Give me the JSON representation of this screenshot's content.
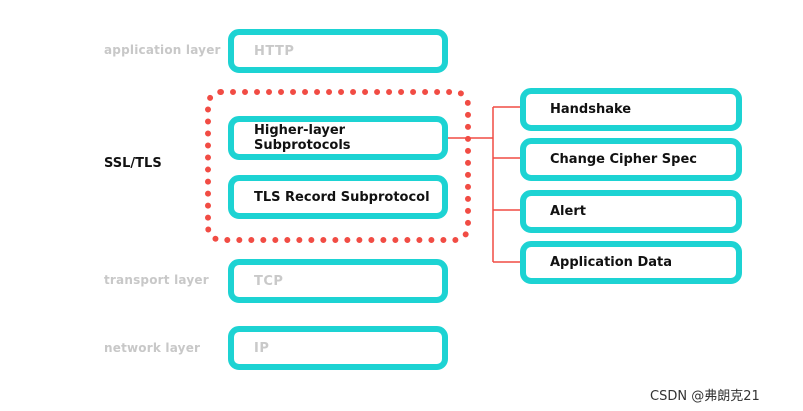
{
  "layers": {
    "application": {
      "label": "application layer",
      "box": "HTTP"
    },
    "ssl": {
      "label": "SSL/TLS"
    },
    "transport": {
      "label": "transport layer",
      "box": "TCP"
    },
    "network": {
      "label": "network layer",
      "box": "IP"
    }
  },
  "ssl_boxes": {
    "higher": "Higher-layer Subprotocols",
    "record": "TLS Record Subprotocol"
  },
  "subprotocols": [
    "Handshake",
    "Change Cipher Spec",
    "Alert",
    "Application Data"
  ],
  "watermark": "CSDN @弗朗克21",
  "colors": {
    "teal": "#1dd3d3",
    "red": "#f14c44",
    "faded": "#c8c8c8"
  }
}
